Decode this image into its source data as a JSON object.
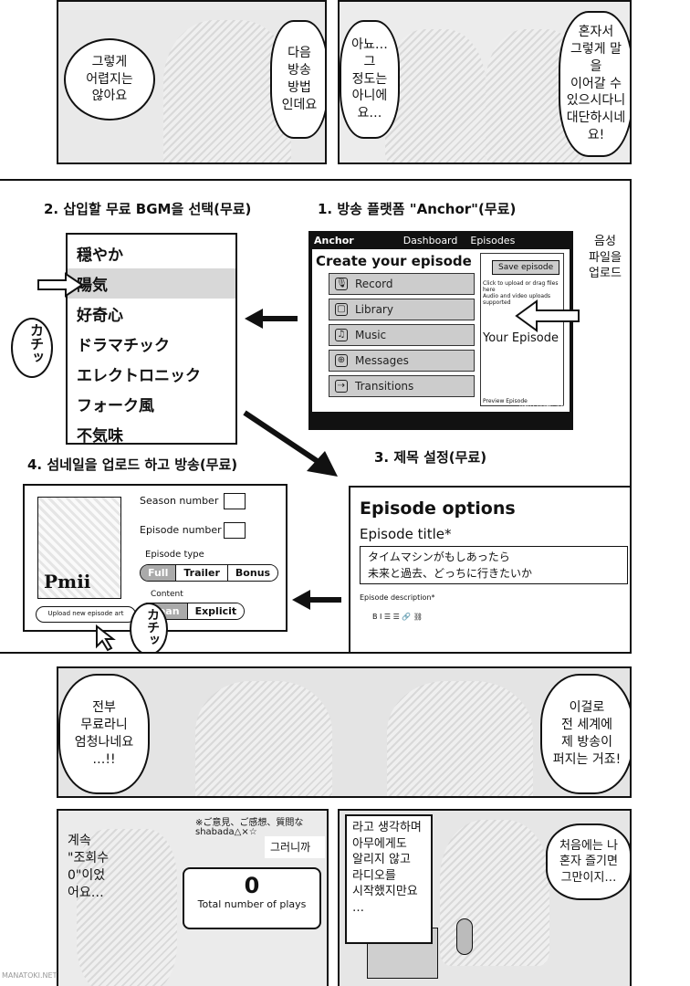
{
  "top_panels": {
    "left_bubble_1": "그렇게\n어렵지는\n않아요",
    "left_bubble_2": "다음\n방송\n방법\n인데요",
    "right_bubble_1": "아뇨…\n그\n정도는\n아니에\n요…",
    "right_bubble_2": "혼자서\n그렇게 말을\n이어갈 수\n있으시다니\n대단하시네\n요!"
  },
  "steps": {
    "step1": "1. 방송 플랫폼 \"Anchor\"(무료)",
    "step2": "2. 삽입할 무료 BGM을 선택(무료)",
    "step3": "3. 제목 설정(무료)",
    "step4": "4. 섬네일을 업로드 하고 방송(무료)"
  },
  "bgm_list": [
    "穏やか",
    "陽気",
    "好奇心",
    "ドラマチック",
    "エレクトロニック",
    "フォーク風",
    "不気味"
  ],
  "bgm_selected": "陽気",
  "sfx": "カチッ",
  "anchor_ui": {
    "logo": "Anchor",
    "nav_dashboard": "Dashboard",
    "nav_episodes": "Episodes",
    "title": "Create your episode",
    "save": "Save episode",
    "items": [
      "Record",
      "Library",
      "Music",
      "Messages",
      "Transitions"
    ],
    "upload_hint": "Click to upload or drag files here",
    "upload_sub": "Audio and video uploads supported",
    "your_episode": "Your Episode",
    "preview": "Preview Episode",
    "total_length": "Total Length: 3:00"
  },
  "voice_label": "음성\n파일을\n업로드",
  "episode_options": {
    "heading": "Episode options",
    "title_label": "Episode title*",
    "title_value_1": "タイムマシンがもしあったら",
    "title_value_2": "未来と過去、どっちに行きたいか",
    "desc_label": "Episode description*",
    "toolbar": "B  I  ☰  ☰  🔗  ⛓"
  },
  "thumb_ui": {
    "season": "Season number",
    "episode": "Episode number",
    "type_label": "Episode type",
    "types": [
      "Full",
      "Trailer",
      "Bonus"
    ],
    "content_label": "Content",
    "content": [
      "Clean",
      "Explicit"
    ],
    "upload_art": "Upload new episode art",
    "thumb_text": "Pmii"
  },
  "middle_panel": {
    "left_bubble": "전부\n무료라니\n엄청나네요\n…!!",
    "right_bubble": "이걸로\n전 세계에\n제 방송이\n퍼지는 거죠!"
  },
  "bottom_panels": {
    "left_caption": "계속\n\"조회수\n0\"이었\n어요…",
    "comment_head": "※ご意見、ご感想、質問な",
    "comment_user": "shabada△×☆",
    "grunikka": "그러니까",
    "plays_count": "0",
    "plays_label": "Total number of plays",
    "right_caption": "라고 생각하며\n아무에게도\n알리지 않고\n라디오를\n시작했지만요\n…",
    "right_bubble": "처음에는 나\n혼자 즐기면\n그만이지…"
  },
  "watermark": "MANATOKI.NET"
}
